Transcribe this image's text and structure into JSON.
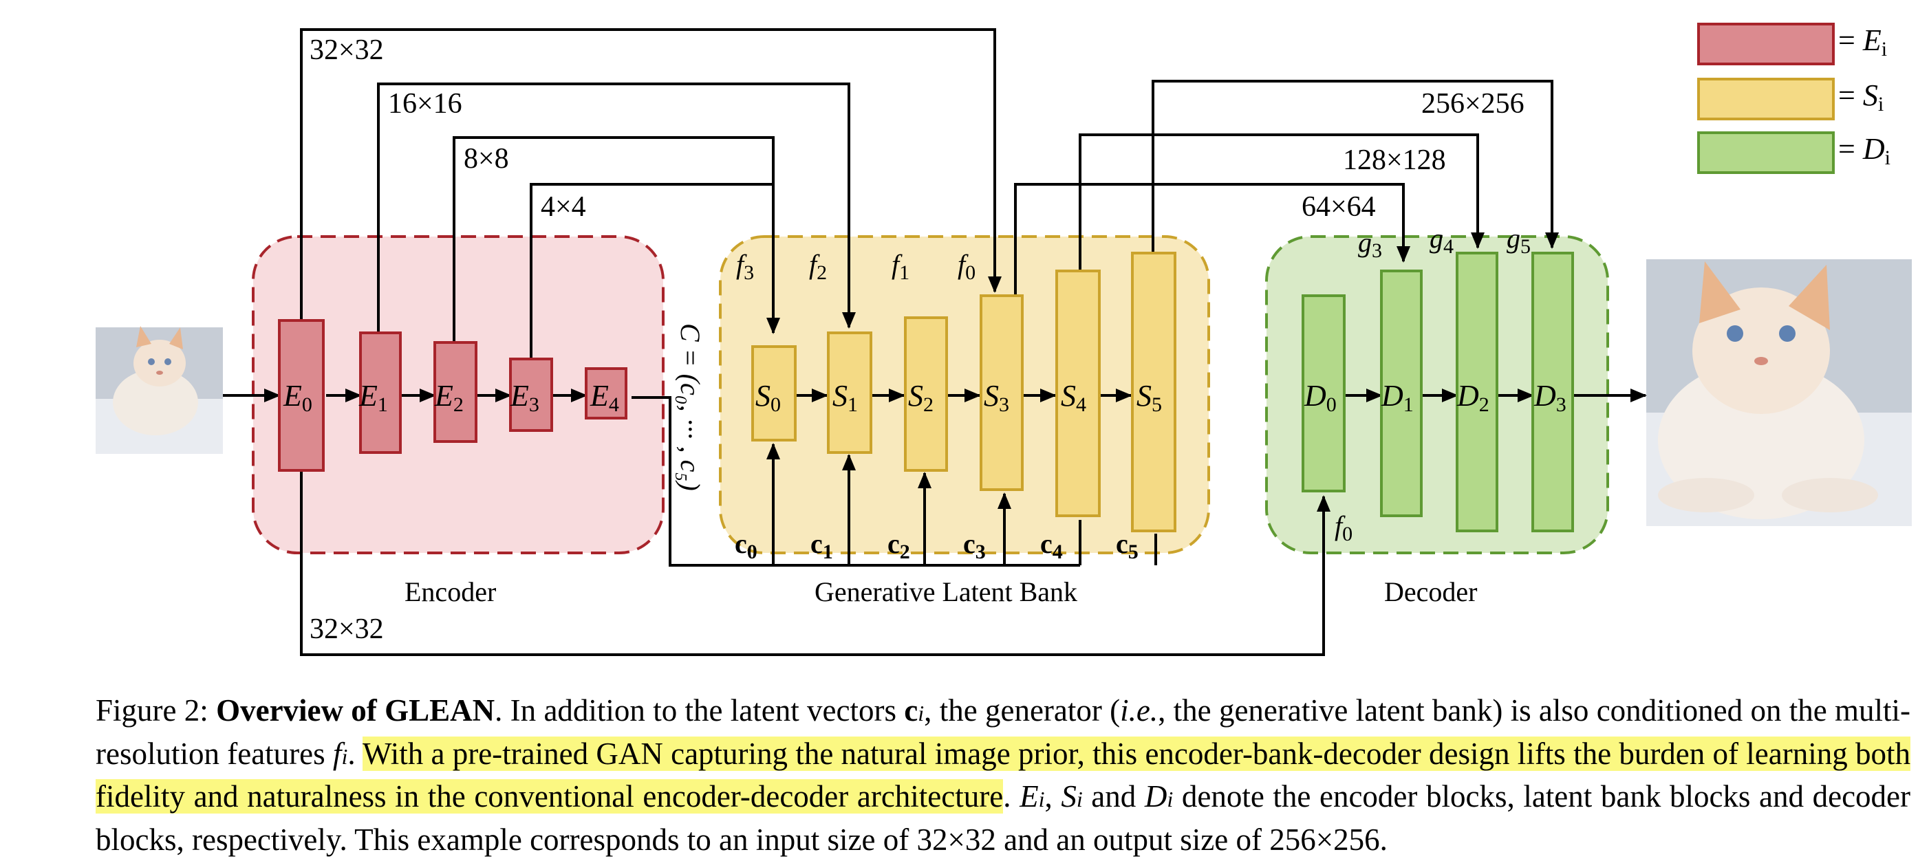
{
  "figure": {
    "legend": [
      {
        "sym": "E",
        "eq": "= ",
        "color": "#db8a8f"
      },
      {
        "sym": "S",
        "eq": "= ",
        "color": "#f4da85"
      },
      {
        "sym": "D",
        "eq": "= ",
        "color": "#b3d98a"
      }
    ],
    "dims": {
      "e0_top": "32×32",
      "e1": "16×16",
      "e2": "8×8",
      "e3": "4×4",
      "out256": "256×256",
      "out128": "128×128",
      "out64": "64×64",
      "bottom": "32×32"
    },
    "encoder_label": "Encoder",
    "bank_label": "Generative Latent Bank",
    "decoder_label": "Decoder",
    "latent_label": "C = (c₀, ··· , c₅)",
    "feature_labels": [
      "f3",
      "f2",
      "f1",
      "f0"
    ],
    "decoder_feature_label": "f0",
    "g_labels": [
      "g3",
      "g4",
      "g5"
    ],
    "c_labels": [
      "c0",
      "c1",
      "c2",
      "c3",
      "c4",
      "c5"
    ]
  },
  "caption": {
    "prefix": "Figure 2:",
    "bold": "Overview of GLEAN",
    "t1": ". In addition to the latent vectors ",
    "t2": ", the generator (",
    "ie": "i.e.",
    "t3": ", the generative latent bank) is also conditioned on the multi-resolution features ",
    "t4": ". ",
    "highlight": "With a pre-trained GAN capturing the natural image prior, this encoder-bank-decoder design lifts the burden of learning both fidelity and naturalness in the conventional encoder-decoder architecture",
    "t5": ". ",
    "t6": ", ",
    "t7": " and ",
    "t8": " denote the encoder blocks, latent bank blocks and decoder blocks, respectively. This example corresponds to an input size of 32×32 and an output size of 256×256."
  }
}
